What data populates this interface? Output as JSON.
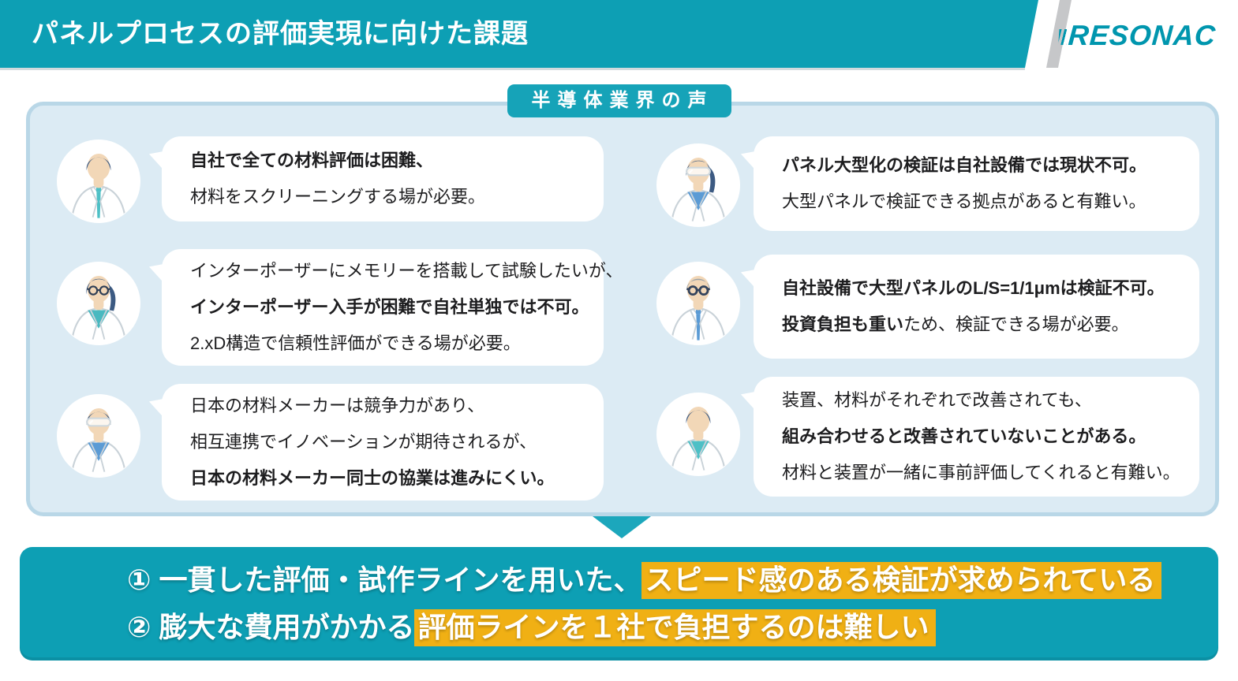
{
  "header": {
    "title": "パネルプロセスの評価実現に向けた課題",
    "logo_text": "RESONAC"
  },
  "panel": {
    "badge_label": "半導体業界の声"
  },
  "bubbles": {
    "left": [
      {
        "avatar": "male-scientist-tie",
        "lines": [
          [
            {
              "t": "自社で全ての材料評価は困難、",
              "b": true
            }
          ],
          [
            {
              "t": "材料をスクリーニングする場が必要。",
              "b": false
            }
          ]
        ]
      },
      {
        "avatar": "female-scientist-glasses",
        "lines": [
          [
            {
              "t": "インターポーザーにメモリーを搭載して試験したいが、",
              "b": false
            }
          ],
          [
            {
              "t": "インターポーザー入手が困難で自社単独では不可。",
              "b": true
            }
          ],
          [
            {
              "t": "2.xD構造で信頼性評価ができる場が必要。",
              "b": false
            }
          ]
        ]
      },
      {
        "avatar": "male-scientist-goggles",
        "lines": [
          [
            {
              "t": "日本の材料メーカーは競争力があり、",
              "b": false
            }
          ],
          [
            {
              "t": "相互連携でイノベーションが期待されるが、",
              "b": false
            }
          ],
          [
            {
              "t": "日本の材料メーカー同士の協業は進みにくい。",
              "b": true
            }
          ]
        ]
      }
    ],
    "right": [
      {
        "avatar": "female-scientist-goggles",
        "lines": [
          [
            {
              "t": "パネル大型化の検証は自社設備では現状不可。",
              "b": true
            }
          ],
          [
            {
              "t": "大型パネルで検証できる拠点があると有難い。",
              "b": false
            }
          ]
        ]
      },
      {
        "avatar": "senior-male-scientist-glasses",
        "lines": [
          [
            {
              "t": "自社設備で大型パネルのL/S=1/1μmは検証不可。",
              "b": true
            }
          ],
          [
            {
              "t": "投資負担も重い",
              "b": true
            },
            {
              "t": "ため、検証できる場が必要。",
              "b": false
            }
          ]
        ]
      },
      {
        "avatar": "male-scientist-vneck",
        "lines": [
          [
            {
              "t": "装置、材料がそれぞれで改善されても、",
              "b": false
            }
          ],
          [
            {
              "t": "組み合わせると改善されていないことがある。",
              "b": true
            }
          ],
          [
            {
              "t": "材料と装置が一緒に事前評価してくれると有難い。",
              "b": false
            }
          ]
        ]
      }
    ]
  },
  "arrow": {
    "icon": "down-arrow"
  },
  "conclusion": {
    "items": [
      {
        "prefix": "① 一貫した評価・試作ラインを用いた、",
        "highlight": "スピード感のある検証が求められている"
      },
      {
        "prefix": "② 膨大な費用がかかる",
        "highlight": "評価ラインを１社で負担するのは難しい"
      }
    ]
  },
  "colors": {
    "teal": "#0d9fb4",
    "badge": "#16a3b8",
    "arrow": "#1ca7bc",
    "panel_fill": "#dcebf4",
    "panel_border": "#b9d7e7",
    "highlight": "#f0b014",
    "logo": "#0096ae",
    "stripe_gray": "#c6c7c9",
    "text_dark": "#1d1d1f"
  }
}
